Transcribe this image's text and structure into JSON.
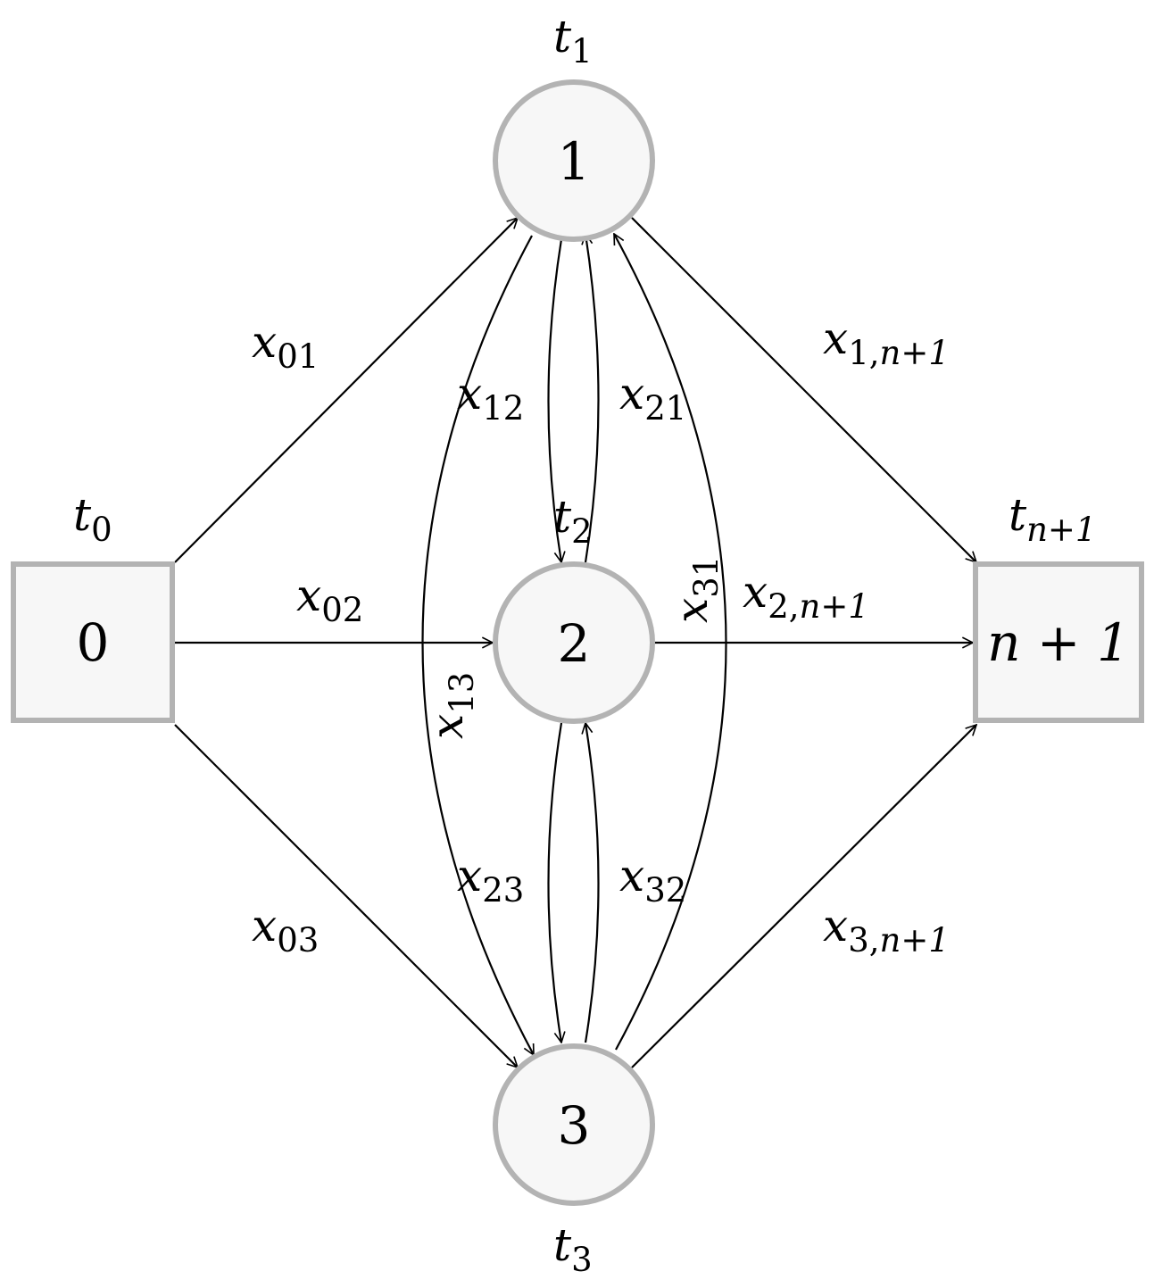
{
  "nodes": {
    "n0": {
      "label": "0",
      "time_label": "t",
      "time_sub": "0"
    },
    "n1": {
      "label": "1",
      "time_label": "t",
      "time_sub": "1"
    },
    "n2": {
      "label": "2",
      "time_label": "t",
      "time_sub": "2"
    },
    "n3": {
      "label": "3",
      "time_label": "t",
      "time_sub": "3"
    },
    "nEnd": {
      "label": "n + 1",
      "time_label": "t",
      "time_sub": "n+1"
    }
  },
  "edges": {
    "x01": {
      "var": "x",
      "sub": "01"
    },
    "x02": {
      "var": "x",
      "sub": "02"
    },
    "x03": {
      "var": "x",
      "sub": "03"
    },
    "x12": {
      "var": "x",
      "sub": "12"
    },
    "x21": {
      "var": "x",
      "sub": "21"
    },
    "x13": {
      "var": "x",
      "sub": "13"
    },
    "x31": {
      "var": "x",
      "sub": "31"
    },
    "x23": {
      "var": "x",
      "sub": "23"
    },
    "x32": {
      "var": "x",
      "sub": "32"
    },
    "x1end": {
      "var": "x",
      "sub_a": "1,",
      "sub_b": "n+1"
    },
    "x2end": {
      "var": "x",
      "sub_a": "2,",
      "sub_b": "n+1"
    },
    "x3end": {
      "var": "x",
      "sub_a": "3,",
      "sub_b": "n+1"
    }
  },
  "colors": {
    "node_fill": "#f7f7f7",
    "node_stroke": "#b3b3b3",
    "edge": "#000000"
  }
}
